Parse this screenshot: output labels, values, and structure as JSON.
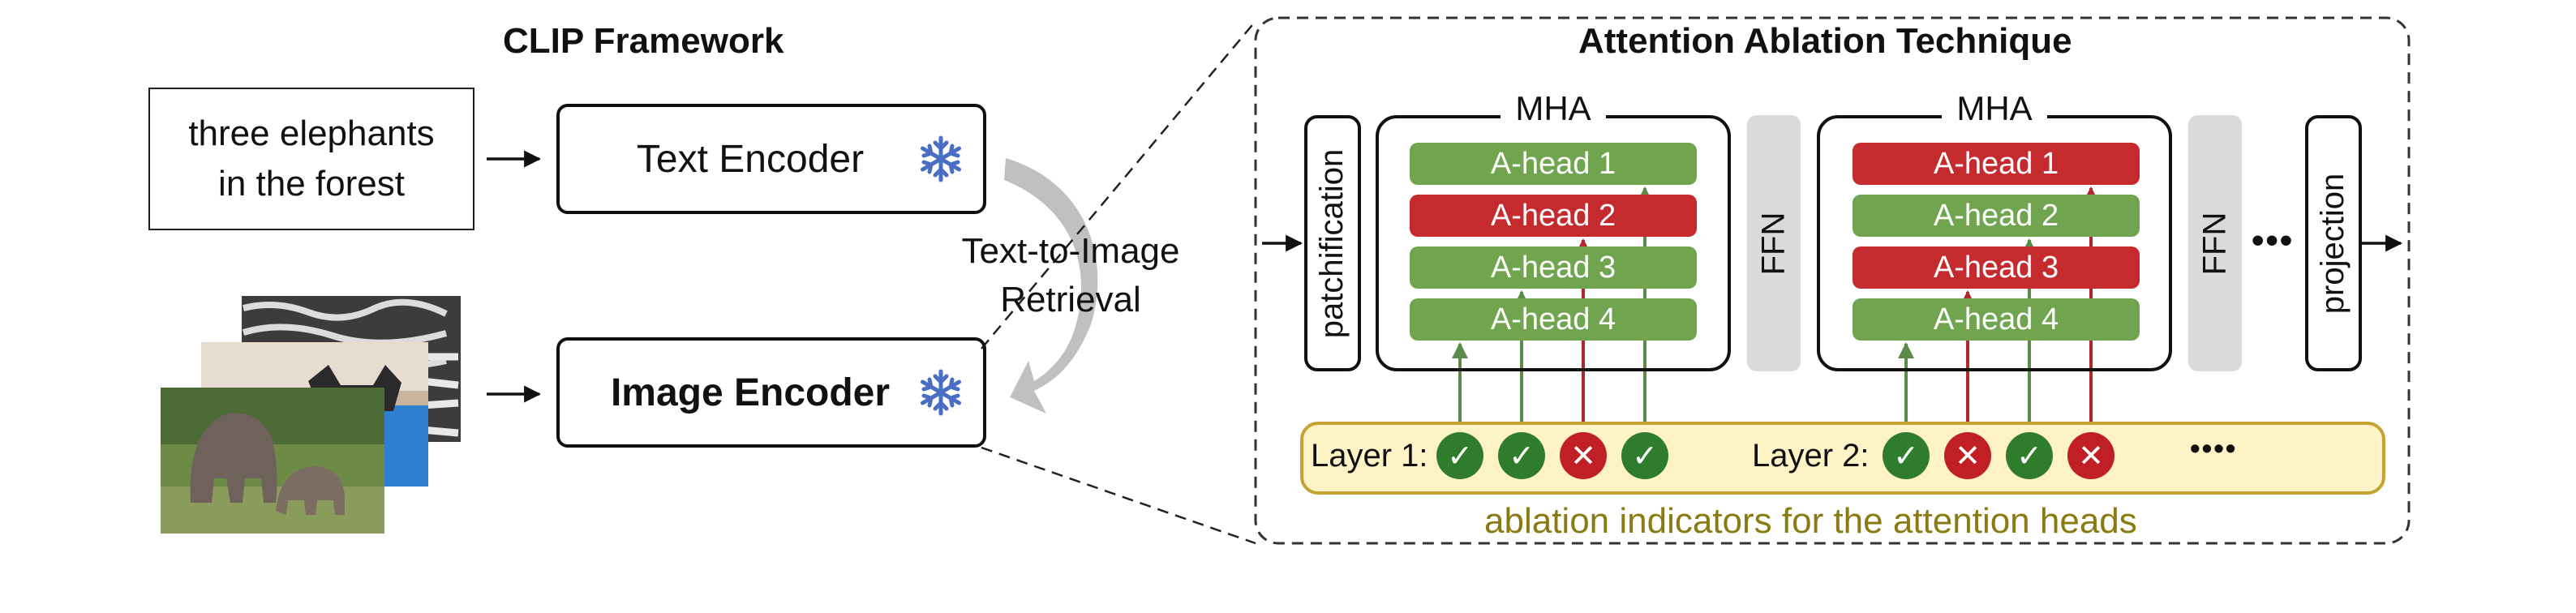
{
  "clip": {
    "title": "CLIP Framework",
    "query_text": [
      "three elephants",
      "in the forest"
    ],
    "text_encoder": "Text Encoder",
    "image_encoder": "Image Encoder",
    "retrieval_label": [
      "Text-to-Image",
      "Retrieval"
    ]
  },
  "ablation": {
    "title": "Attention Ablation Technique",
    "patchification": "patchification",
    "mha_label": "MHA",
    "ffn_label": "FFN",
    "projection": "projection",
    "ellipsis": "•••",
    "blocks": [
      {
        "heads": [
          {
            "label": "A-head 1",
            "state": "keep"
          },
          {
            "label": "A-head 2",
            "state": "ablate"
          },
          {
            "label": "A-head 3",
            "state": "keep"
          },
          {
            "label": "A-head 4",
            "state": "keep"
          }
        ]
      },
      {
        "heads": [
          {
            "label": "A-head 1",
            "state": "ablate"
          },
          {
            "label": "A-head 2",
            "state": "keep"
          },
          {
            "label": "A-head 3",
            "state": "ablate"
          },
          {
            "label": "A-head 4",
            "state": "keep"
          }
        ]
      }
    ],
    "layers": [
      {
        "label": "Layer 1:",
        "indicators": [
          "check",
          "check",
          "cross",
          "check"
        ]
      },
      {
        "label": "Layer 2:",
        "indicators": [
          "check",
          "cross",
          "check",
          "cross"
        ]
      }
    ],
    "layers_more": "••••",
    "caption": "ablation indicators for the attention heads"
  },
  "colors": {
    "keep": "#70a44e",
    "ablate": "#c42a2e",
    "indicator_keep": "#2f7d2c",
    "indicator_ablate": "#c01f26",
    "indicator_bar": "#fdf3c6",
    "caption": "#8a7a12",
    "snowflake": "#4a6fc2"
  },
  "icons": {
    "snowflake": "snowflake-icon",
    "check": "check-icon",
    "cross": "cross-icon"
  }
}
